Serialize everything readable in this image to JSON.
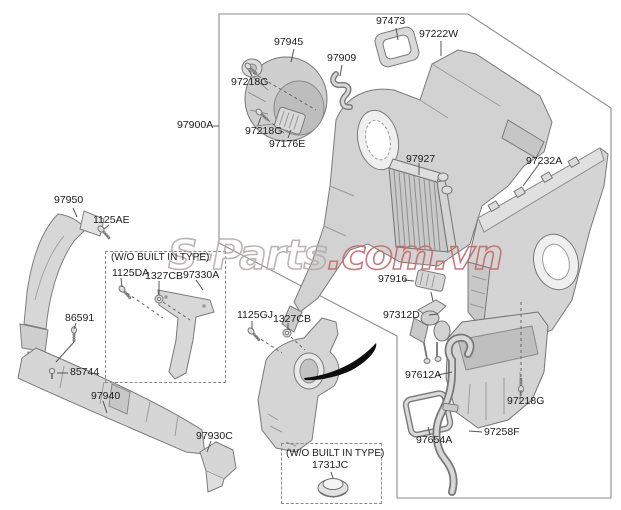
{
  "watermark": {
    "part1": "S-Parts",
    "part2": ".com.vn"
  },
  "notes": {
    "wo_built_in_type": "(W/O BUILT IN TYPE)"
  },
  "parts": {
    "p97900A": "97900A",
    "p97945": "97945",
    "p97218G": "97218G",
    "p97473": "97473",
    "p97222W": "97222W",
    "p97909": "97909",
    "p97176E": "97176E",
    "p97927": "97927",
    "p97232A": "97232A",
    "p97916": "97916",
    "p97312D": "97312D",
    "p97612A": "97612A",
    "p97654A": "97654A",
    "p97258F": "97258F",
    "p97950": "97950",
    "p1125AE": "1125AE",
    "p86591": "86591",
    "p85744": "85744",
    "p97940": "97940",
    "p97930C": "97930C",
    "p1125DA": "1125DA",
    "p1327CB": "1327CB",
    "p97330A": "97330A",
    "p1125GJ": "1125GJ",
    "p1731JC": "1731JC"
  }
}
